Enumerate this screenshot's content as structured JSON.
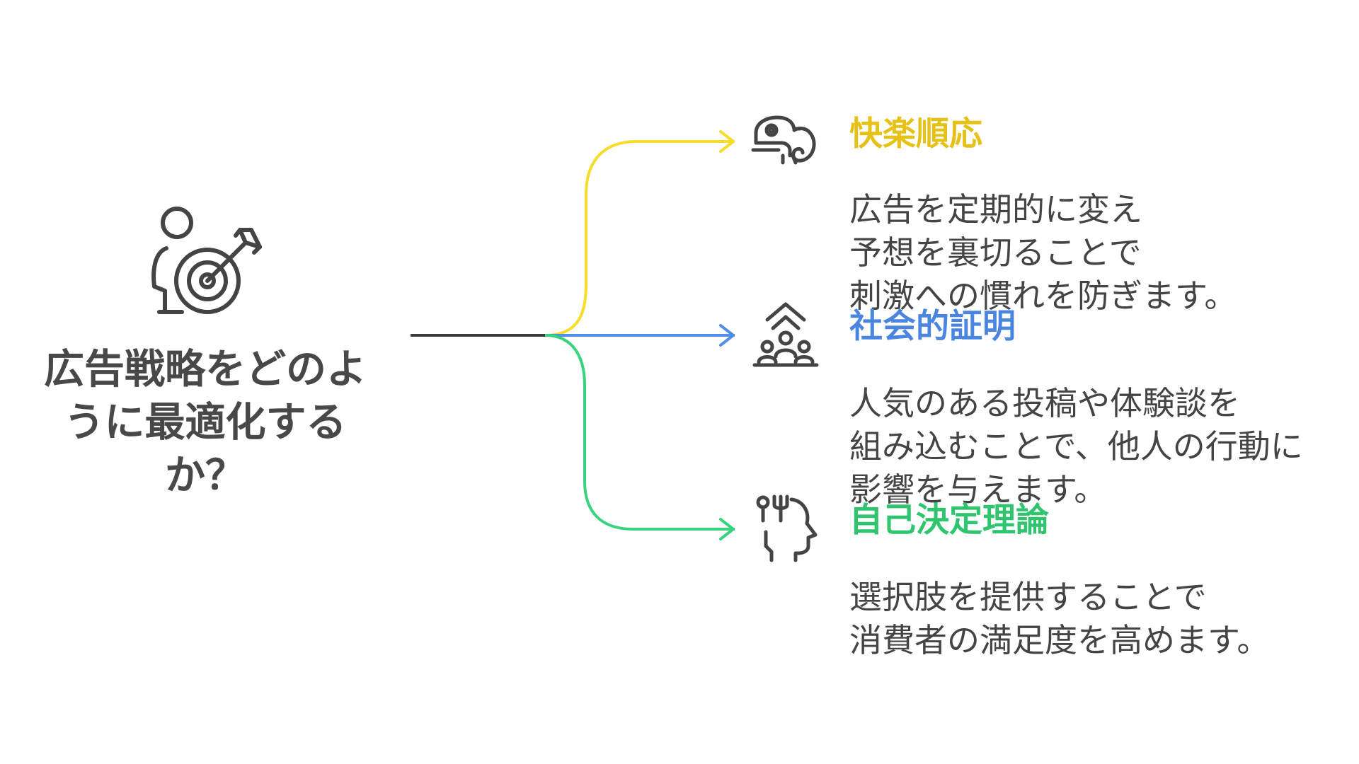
{
  "root": {
    "title_lines": [
      "広告戦略をどのよ",
      "うに最適化する",
      "か？"
    ],
    "icon": "person-target-icon"
  },
  "colors": {
    "trunk": "#3a3a3a",
    "branch_1": "#f5dd2a",
    "branch_2": "#4f8fe8",
    "branch_3": "#38d47d",
    "title_1": "#e6c219",
    "title_2": "#4a86e0",
    "title_3": "#30c46e",
    "text": "#444444",
    "icon_stroke": "#444444"
  },
  "branches": [
    {
      "title": "快楽順応",
      "icon": "chameleon-icon",
      "desc_lines": [
        "広告を定期的に変え",
        "予想を裏切ることで",
        "刺激への慣れを防ぎます。"
      ]
    },
    {
      "title": "社会的証明",
      "icon": "group-upward-arrow-icon",
      "desc_lines": [
        "人気のある投稿や体験談を",
        "組み込むことで、他人の行動に",
        "影響を与えます。"
      ]
    },
    {
      "title": "自己決定理論",
      "icon": "head-choice-icon",
      "desc_lines": [
        "選択肢を提供することで",
        "消費者の満足度を高めます。"
      ]
    }
  ]
}
